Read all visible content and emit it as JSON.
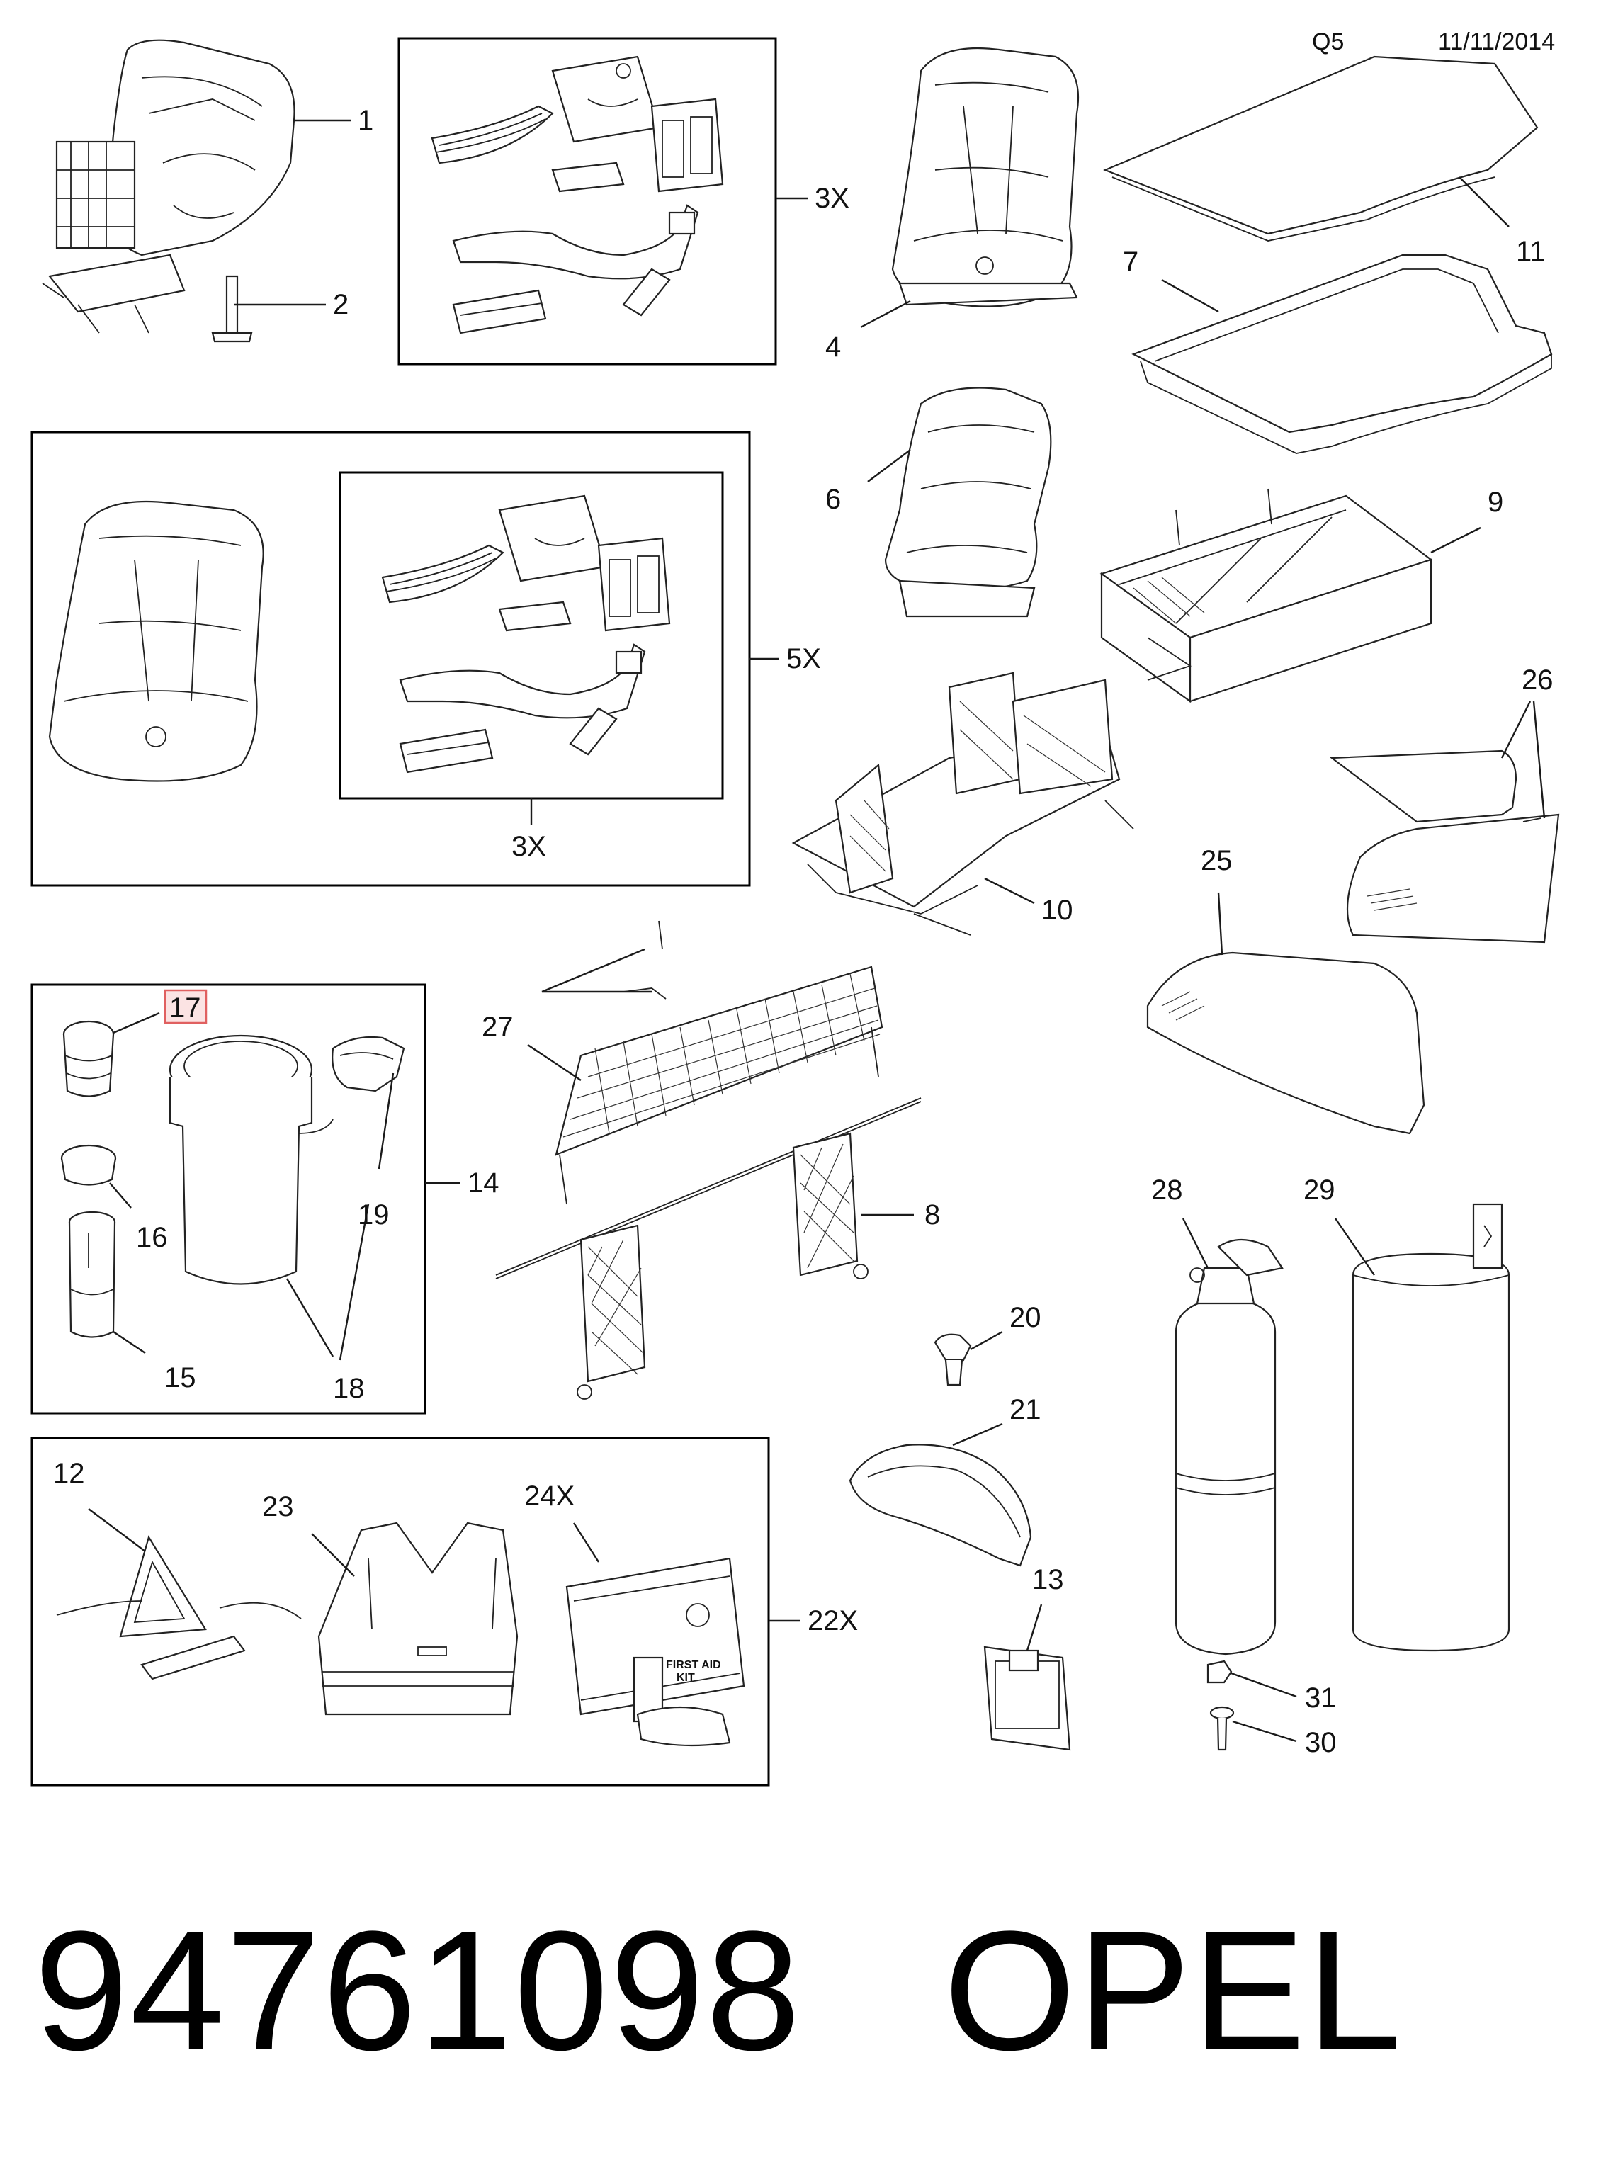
{
  "header": {
    "page_code": "Q5",
    "date": "11/11/2014"
  },
  "labels": {
    "l1": "1",
    "l2": "2",
    "l3x_top": "3X",
    "l4": "4",
    "l5x": "5X",
    "l3x_inner": "3X",
    "l6": "6",
    "l7": "7",
    "l8": "8",
    "l9": "9",
    "l10": "10",
    "l11": "11",
    "l12": "12",
    "l13": "13",
    "l14": "14",
    "l15": "15",
    "l16": "16",
    "l17": "17",
    "l18": "18",
    "l19": "19",
    "l20": "20",
    "l21": "21",
    "l22x": "22X",
    "l23": "23",
    "l24x": "24X",
    "l25": "25",
    "l26": "26",
    "l27": "27",
    "l28": "28",
    "l29": "29",
    "l30": "30",
    "l31": "31"
  },
  "kit_text": {
    "line1": "FIRST AID",
    "line2": "KIT"
  },
  "highlight_color": "#e06060",
  "footer": {
    "part_number": "94761098",
    "brand": "OPEL"
  }
}
